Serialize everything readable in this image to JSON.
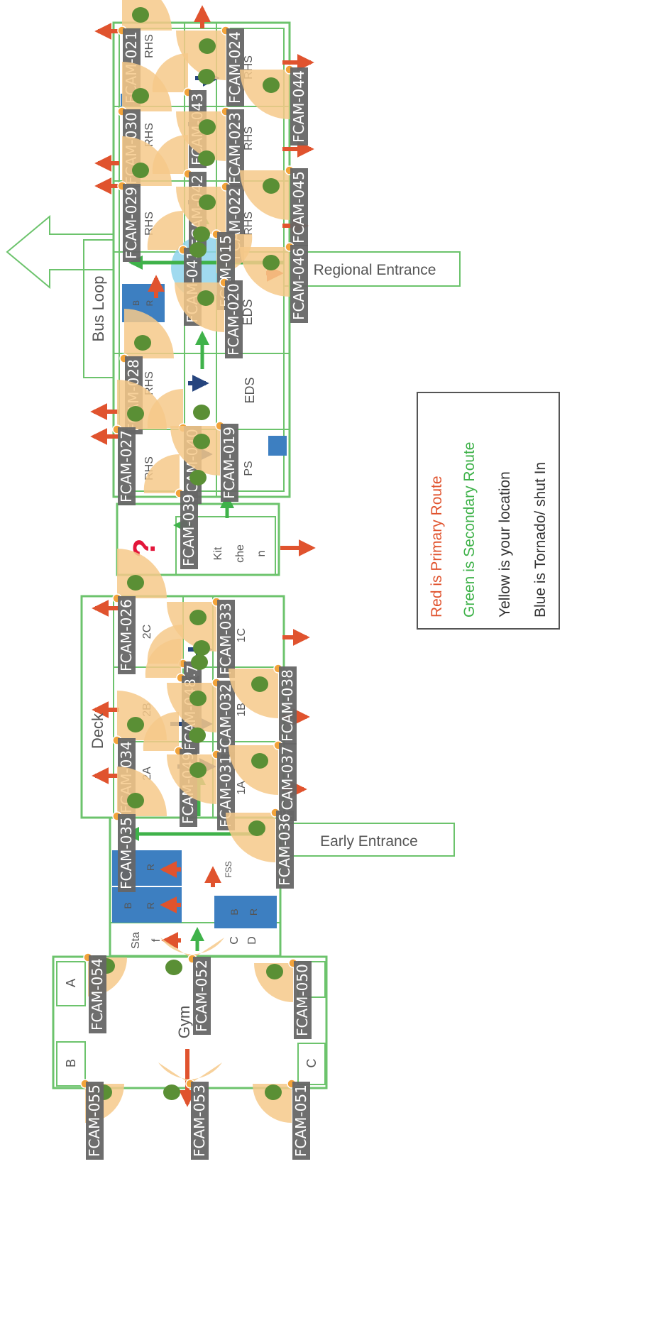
{
  "colors": {
    "primary_route": "#e0532e",
    "secondary_route": "#3fb24a",
    "shut_in": "#26457e",
    "wall": "#6cc36c",
    "camera_fov": "#f6c98a",
    "camera_dot": "#f2a33a",
    "blue_room": "#3d7fc1",
    "your_location": "#8fd3ec"
  },
  "rooms": {
    "bus_loop": "Bus Loop",
    "regional_entrance": "Regional Entrance",
    "early_entrance": "Early Entrance",
    "deck": "Deck",
    "gym": "Gym",
    "gym_a": "A",
    "gym_b": "B",
    "gym_c": "C",
    "kitchen_1": "Kit",
    "kitchen_2": "che",
    "kitchen_3": "n",
    "staff_1": "Sta",
    "staff_2": "f",
    "cd_1": "C",
    "cd_2": "D",
    "fss": "FSS",
    "br_1_b": "B",
    "br_1_r": "R",
    "br_2_b": "B",
    "br_2_r": "R",
    "br_3_b": "B",
    "br_3_r": "R",
    "br_top_b": "B",
    "br_top_r": "R",
    "eds_1": "EDS",
    "eds_2": "EDS",
    "rhs_1": "RHS",
    "rhs_2": "RHS",
    "rhs_3": "RHS",
    "rhs_4": "RHS",
    "rhs_5": "RHS",
    "rhs_6": "RHS",
    "rhs_7": "RHS",
    "rhs_8": "RHS",
    "ps": "PS",
    "room_2a": "2A",
    "room_2b": "2B",
    "room_2c": "2C",
    "room_1a": "1A",
    "room_1b": "1B",
    "room_1c": "1C",
    "unknown_mark": "?"
  },
  "legend": {
    "red": "Red is Primary Route",
    "green": "Green is Secondary Route",
    "yellow": "Yellow is your location",
    "blue": "Blue is Tornado/ shut In"
  },
  "cameras": [
    "FCAM-021",
    "FCAM-024",
    "FCAM-030",
    "FCAM-043",
    "FCAM-044",
    "FCAM-023",
    "FCAM-029",
    "FCAM-042",
    "FCAM-022",
    "FCAM-045",
    "FCAM-041",
    "FCAM-015",
    "FCAM-046",
    "FCAM-020",
    "FCAM-028",
    "FCAM-027",
    "FCAM-040",
    "FCAM-019",
    "FCAM-039",
    "FCAM-026",
    "FCAM-033",
    "FCAM-047",
    "FCAM-048",
    "FCAM-032",
    "FCAM-038",
    "FCAM-034",
    "FCAM-049",
    "FCAM-031",
    "FCAM-037",
    "FCAM-035",
    "FCAM-036",
    "FCAM-054",
    "FCAM-052",
    "FCAM-050",
    "FCAM-055",
    "FCAM-053",
    "FCAM-051"
  ]
}
